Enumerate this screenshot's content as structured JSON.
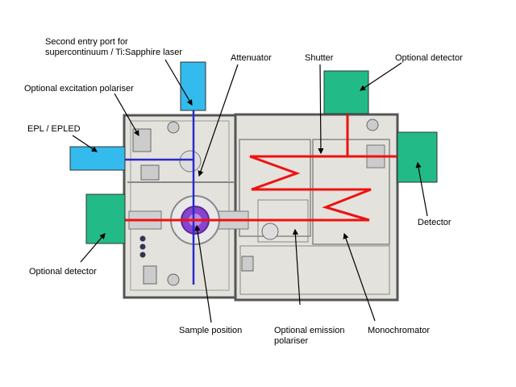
{
  "labels": {
    "second_entry_line1": "Second entry port for",
    "second_entry_line2": "supercontinuum / Ti:Sapphire laser",
    "attenuator": "Attenuator",
    "shutter": "Shutter",
    "optional_detector_top": "Optional detector",
    "optional_excitation_polariser": "Optional excitation polariser",
    "epl_epled": "EPL / EPLED",
    "detector": "Detector",
    "optional_detector_left": "Optional detector",
    "sample_position": "Sample position",
    "optional_emission_line1": "Optional emission",
    "optional_emission_line2": "polariser",
    "monochromator": "Monochromator"
  },
  "colors": {
    "source_box": "#33bbee",
    "detector_box": "#22bb88",
    "excitation_beam": "#2a2acc",
    "emission_beam": "#ee1111",
    "housing": "#e4e2dc",
    "sample": "#8844cc"
  }
}
